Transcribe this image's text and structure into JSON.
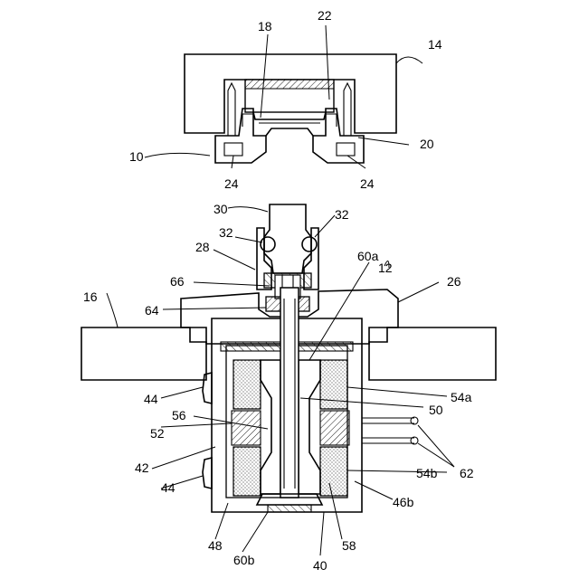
{
  "figure": {
    "labels": {
      "r10": "10",
      "r12": "12",
      "r14": "14",
      "r16": "16",
      "r18": "18",
      "r20": "20",
      "r22": "22",
      "r24_left": "24",
      "r24_right": "24",
      "r26": "26",
      "r28": "28",
      "r30": "30",
      "r32_left": "32",
      "r32_right": "32",
      "r40": "40",
      "r42": "42",
      "r44_upper": "44",
      "r44_lower": "44",
      "r46b": "46b",
      "r48": "48",
      "r50": "50",
      "r52": "52",
      "r54a": "54a",
      "r54b": "54b",
      "r56": "56",
      "r58": "58",
      "r60a": "60a",
      "r60b": "60b",
      "r62": "62",
      "r64": "64",
      "r66": "66"
    }
  }
}
